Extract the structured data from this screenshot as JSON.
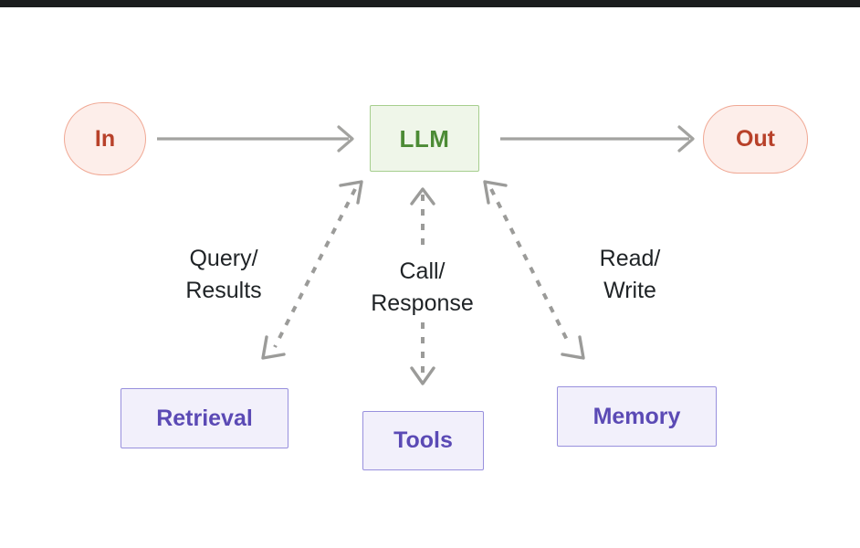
{
  "diagram": {
    "title": "LLM agent architecture diagram",
    "background_color": "#ffffff",
    "topbar_color": "#1b1d1e",
    "nodes": {
      "input": {
        "label": "In",
        "shape": "rounded-circle",
        "fill": "#fdeeea",
        "stroke": "#f0a894",
        "text_color": "#b8412a"
      },
      "llm": {
        "label": "LLM",
        "shape": "rectangle",
        "fill": "#eff6e9",
        "stroke": "#a6ce8e",
        "text_color": "#4c8b35"
      },
      "output": {
        "label": "Out",
        "shape": "pill",
        "fill": "#fdeeea",
        "stroke": "#f0a894",
        "text_color": "#b8412a"
      },
      "retrieval": {
        "label": "Retrieval",
        "shape": "rectangle",
        "fill": "#f2f0fb",
        "stroke": "#9890dd",
        "text_color": "#5b4ab5"
      },
      "tools": {
        "label": "Tools",
        "shape": "rectangle",
        "fill": "#f2f0fb",
        "stroke": "#9890dd",
        "text_color": "#5b4ab5"
      },
      "memory": {
        "label": "Memory",
        "shape": "rectangle",
        "fill": "#f2f0fb",
        "stroke": "#9890dd",
        "text_color": "#5b4ab5"
      }
    },
    "edges": {
      "in_to_llm": {
        "label": "",
        "style": "solid",
        "direction": "forward",
        "color": "#a3a3a0"
      },
      "llm_to_out": {
        "label": "",
        "style": "solid",
        "direction": "forward",
        "color": "#a3a3a0"
      },
      "llm_retrieval": {
        "line1": "Query/",
        "line2": "Results",
        "style": "dashed",
        "direction": "bidirectional",
        "color": "#9b9b99"
      },
      "llm_tools": {
        "line1": "Call/",
        "line2": "Response",
        "style": "dashed",
        "direction": "bidirectional",
        "color": "#9b9b99"
      },
      "llm_memory": {
        "line1": "Read/",
        "line2": "Write",
        "style": "dashed",
        "direction": "bidirectional",
        "color": "#9b9b99"
      }
    }
  }
}
